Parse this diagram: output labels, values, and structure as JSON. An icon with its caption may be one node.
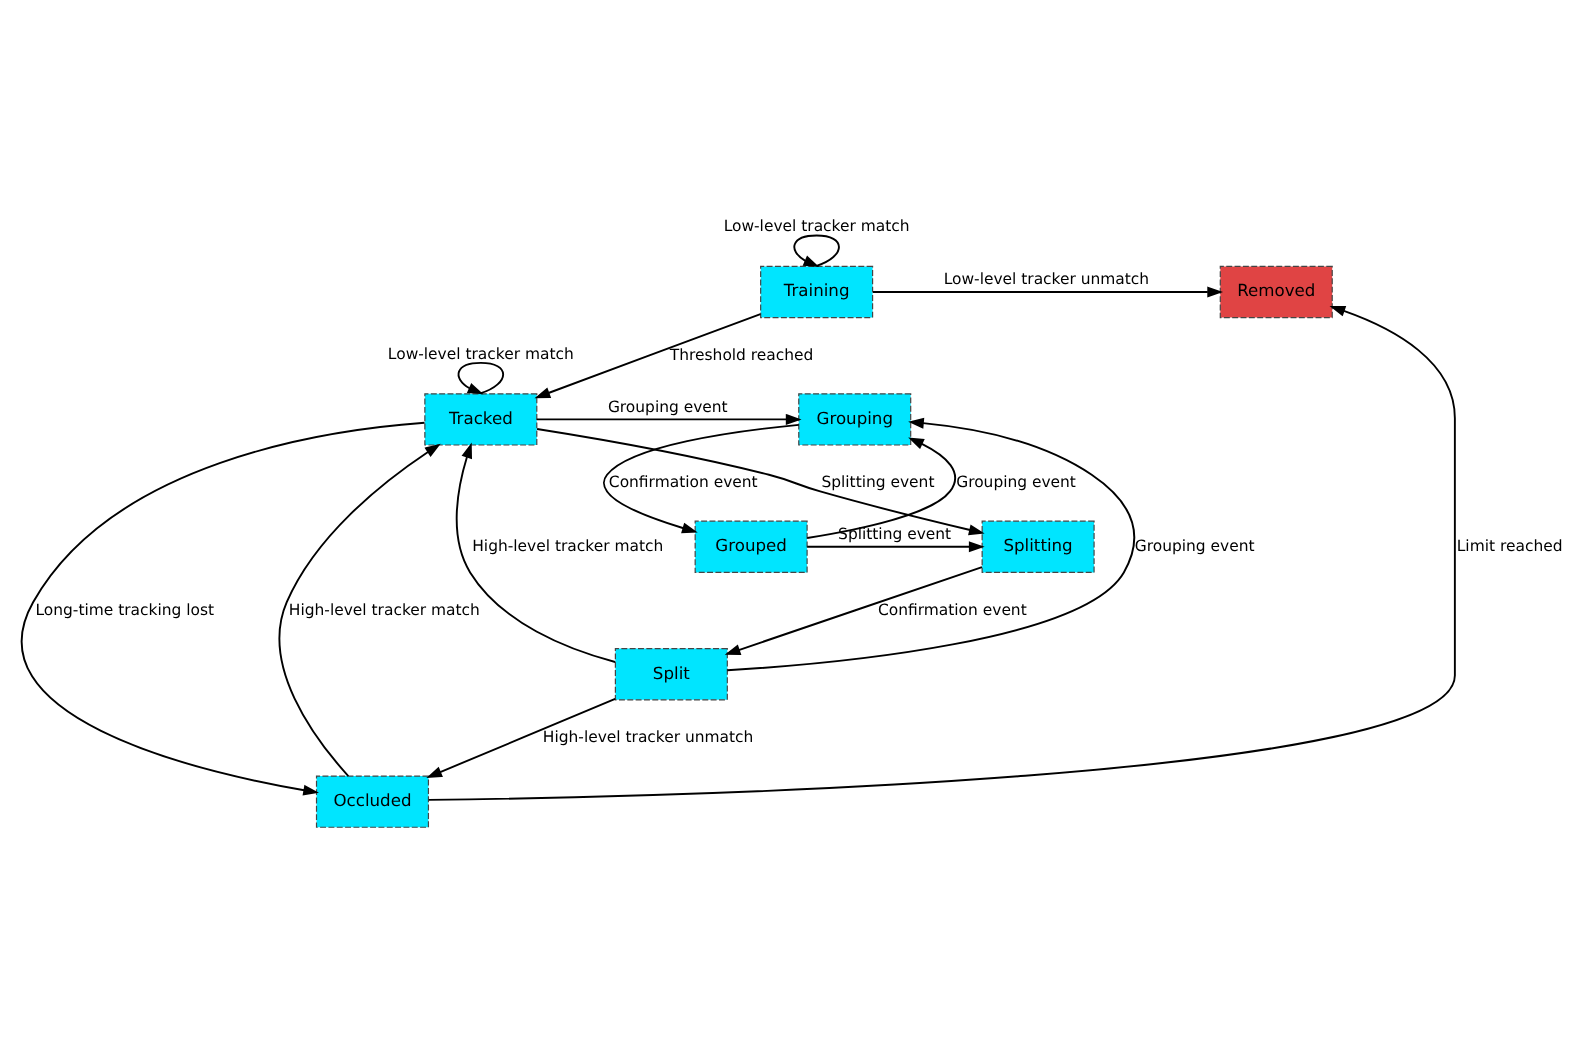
{
  "diagram": {
    "nodes": [
      {
        "text": [
          "Training"
        ]
      },
      {
        "text": [
          "Removed"
        ]
      },
      {
        "text": [
          "Tracked"
        ]
      },
      {
        "text": [
          "Occluded"
        ]
      },
      {
        "text": [
          "Grouping"
        ]
      },
      {
        "text": [
          "Grouped"
        ]
      },
      {
        "text": [
          "Splitting"
        ]
      },
      {
        "text": [
          "Split"
        ]
      }
    ],
    "edges": [
      {
        "from": 0,
        "to": 0,
        "arrow": "to",
        "label": "Low-level tracker match"
      },
      {
        "from": 0,
        "to": 1,
        "arrow": "to",
        "label": "Low-level tracker unmatch"
      },
      {
        "from": 0,
        "to": 2,
        "arrow": "to",
        "label": "Threshold reached"
      },
      {
        "from": 2,
        "to": 2,
        "arrow": "to",
        "label": "Low-level tracker match"
      },
      {
        "from": 2,
        "to": 4,
        "arrow": "to",
        "label": "Grouping event"
      },
      {
        "from": 2,
        "to": 3,
        "arrow": "to",
        "label": "Long-time tracking lost"
      },
      {
        "from": 3,
        "to": 1,
        "arrow": "to",
        "label": "Limit reached"
      },
      {
        "from": 3,
        "to": 2,
        "arrow": "to",
        "label": "High-level tracker match"
      },
      {
        "from": 4,
        "to": 5,
        "arrow": "to",
        "label": "Confirmation event"
      },
      {
        "from": 5,
        "to": 4,
        "arrow": "to",
        "label": "Grouping event"
      },
      {
        "from": 2,
        "to": 6,
        "arrow": "to",
        "label": "Splitting event"
      },
      {
        "from": 5,
        "to": 6,
        "arrow": "to",
        "label": "Splitting event"
      },
      {
        "from": 6,
        "to": 7,
        "arrow": "to",
        "label": "Confirmation event"
      },
      {
        "from": 7,
        "to": 2,
        "arrow": "to",
        "label": "High-level tracker match"
      },
      {
        "from": 7,
        "to": 4,
        "arrow": "to",
        "label": "Grouping event"
      },
      {
        "from": 7,
        "to": 3,
        "arrow": "to",
        "label": "High-level tracker unmatch"
      }
    ]
  }
}
